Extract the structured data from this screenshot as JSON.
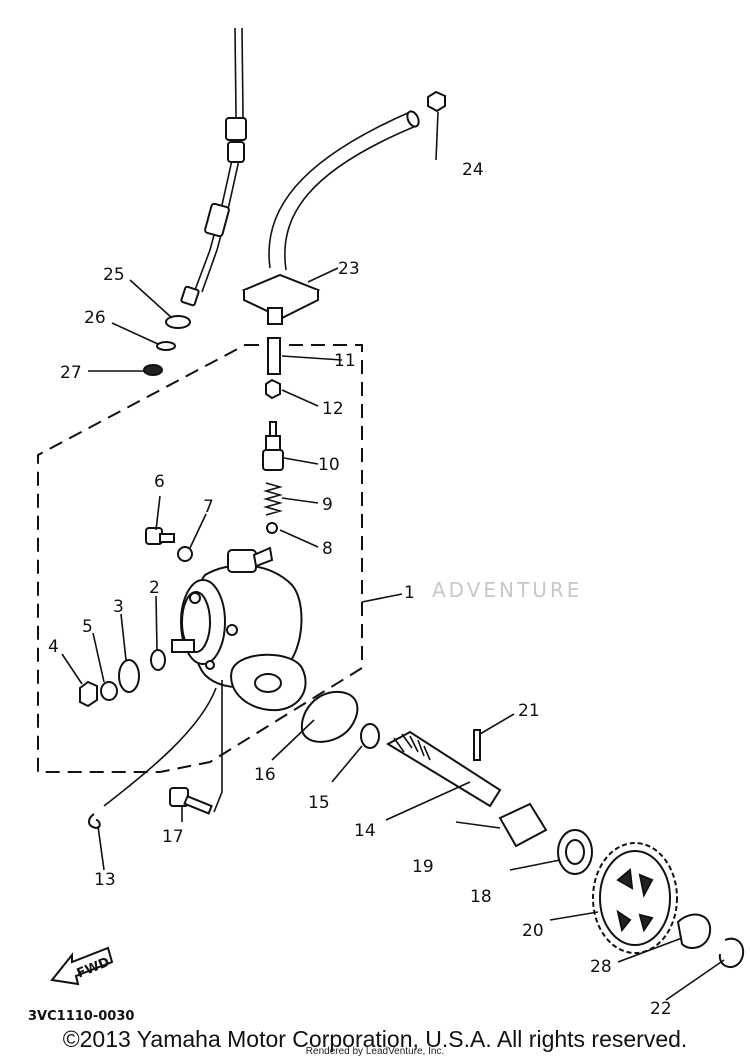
{
  "diagram": {
    "code": "3VC1110-0030",
    "fwd_label": "FWD",
    "callouts": {
      "p1": "1",
      "p2": "2",
      "p3": "3",
      "p4": "4",
      "p5": "5",
      "p6": "6",
      "p7": "7",
      "p8": "8",
      "p9": "9",
      "p10": "10",
      "p11": "11",
      "p12": "12",
      "p13": "13",
      "p14": "14",
      "p15": "15",
      "p16": "16",
      "p17": "17",
      "p18": "18",
      "p19": "19",
      "p20": "20",
      "p21": "21",
      "p22": "22",
      "p23": "23",
      "p24": "24",
      "p25": "25",
      "p26": "26",
      "p27": "27",
      "p28": "28"
    }
  },
  "watermark": "ADVENTURE",
  "copyright": "©2013 Yamaha Motor Corporation, U.S.A. All rights reserved.",
  "rendered_by": "Rendered by LeadVenture, Inc."
}
